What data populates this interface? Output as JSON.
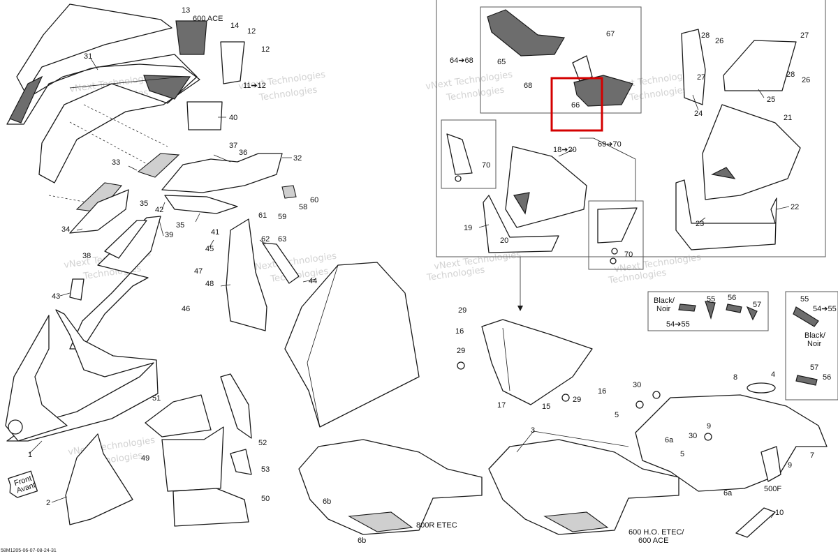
{
  "drawing_code": "58M1205-06-07-08-24-31",
  "highlight": {
    "color": "#d40000",
    "label": "66"
  },
  "captions": {
    "engine_600ace": "600 ACE",
    "engine_800r": "800R ETEC",
    "engine_600ho_line1": "600 H.O. ETEC/",
    "engine_600ho_line2": "600 ACE",
    "black_line1": "Black/",
    "black_line2": "Noir",
    "front_line1": "Front",
    "front_line2": "Avant"
  },
  "watermark": [
    "vNext Technologies",
    "Technologies",
    "vNext Technologies",
    "Technologies",
    "vNext Technologies",
    "Technologies",
    "vNext Technologies",
    "Technologies",
    "vNext Technologies",
    "Technologies",
    "vNext Technologies",
    "Technologies",
    "vNext Technologies",
    "Technologies",
    "vNext Technologies",
    "Technologies",
    "vNext Technologies",
    "Technologies"
  ],
  "callouts": {
    "c1": "1",
    "c2": "2",
    "c3": "3",
    "c4": "4",
    "c5a": "5",
    "c5b": "5",
    "c6a1": "6a",
    "c6a2": "6a",
    "c6b1": "6b",
    "c6b2": "6b",
    "c7": "7",
    "c8": "8",
    "c9a": "9",
    "c9b": "9",
    "c10": "10",
    "c11_12": "11➔12",
    "c12a": "12",
    "c12b": "12",
    "c13": "13",
    "c14": "14",
    "c15": "15",
    "c16a": "16",
    "c16b": "16",
    "c17": "17",
    "c18_20": "18➔20",
    "c19": "19",
    "c20": "20",
    "c21": "21",
    "c22": "22",
    "c23": "23",
    "c24": "24",
    "c25": "25",
    "c26a": "26",
    "c26b": "26",
    "c27a": "27",
    "c27b": "27",
    "c28a": "28",
    "c28b": "28",
    "c29a": "29",
    "c29b": "29",
    "c29c": "29",
    "c30a": "30",
    "c30b": "30",
    "c31": "31",
    "c32": "32",
    "c33": "33",
    "c34": "34",
    "c35a": "35",
    "c35b": "35",
    "c36": "36",
    "c37": "37",
    "c38": "38",
    "c39": "39",
    "c40": "40",
    "c41": "41",
    "c42": "42",
    "c43": "43",
    "c44": "44",
    "c45": "45",
    "c46": "46",
    "c47": "47",
    "c48": "48",
    "c49": "49",
    "c50": "50",
    "c51": "51",
    "c52": "52",
    "c53": "53",
    "c54_55": "54➔55",
    "c55a": "55",
    "c55b": "55",
    "c54_55b": "54➔55",
    "c56a": "56",
    "c56b": "56",
    "c57a": "57",
    "c57b": "57",
    "c58": "58",
    "c59": "59",
    "c60": "60",
    "c61": "61",
    "c62": "62",
    "c63": "63",
    "c64_68": "64➔68",
    "c65": "65",
    "c66": "66",
    "c67": "67",
    "c68": "68",
    "c69_70": "69➔70",
    "c70a": "70",
    "c70b": "70",
    "c500f": "500F"
  }
}
